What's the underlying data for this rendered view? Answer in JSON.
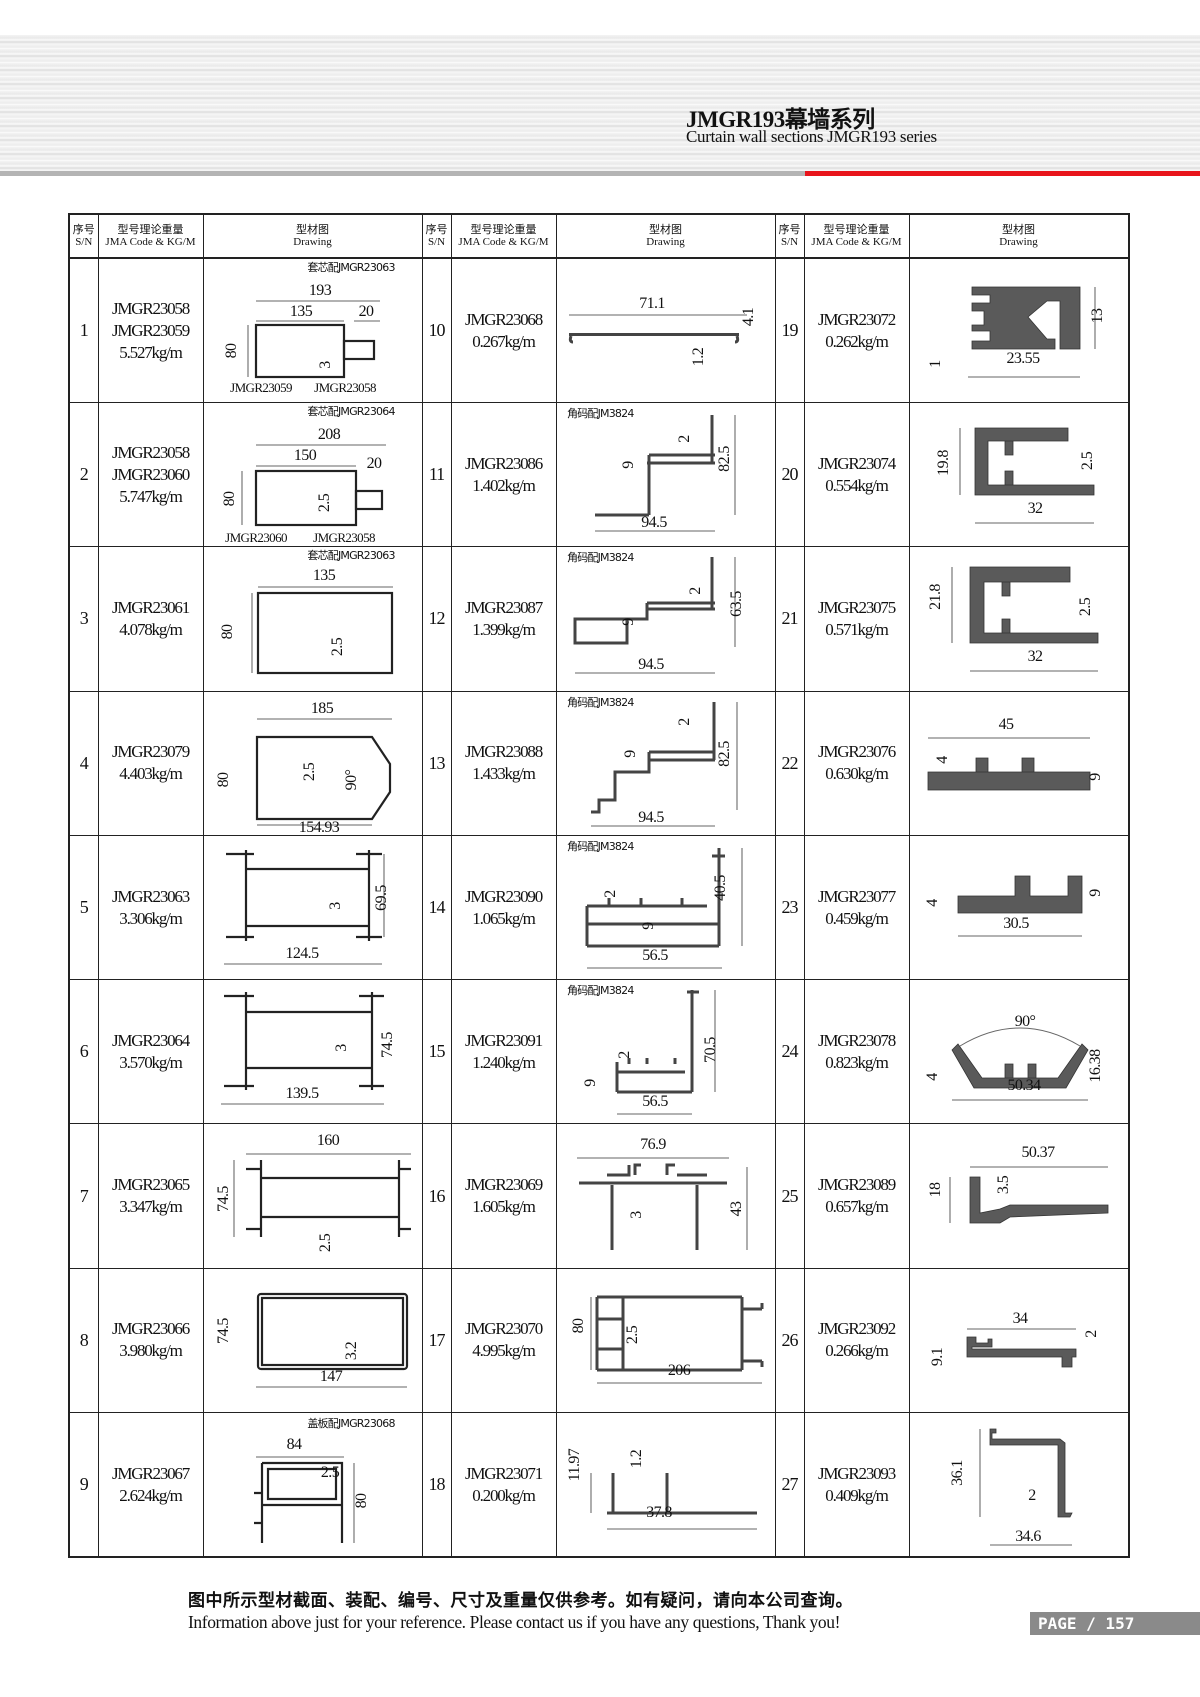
{
  "header": {
    "title": "JMGR193幕墙系列",
    "subtitle": "Curtain wall sections JMGR193 series"
  },
  "colors": {
    "accent": "#e8141b",
    "rule": "#b4b4b4",
    "profile": "#5a5a5a"
  },
  "table_headers": {
    "sn_zh": "序号",
    "sn_en": "S/N",
    "code_zh": "型号理论重量",
    "code_en": "JMA Code & KG/M",
    "drawing_zh": "型材图",
    "drawing_en": "Drawing"
  },
  "items": [
    {
      "sn": "1",
      "codes": [
        "JMGR23058",
        "JMGR23059"
      ],
      "weight": "5.527kg/m",
      "note": "套芯配JMGR23063",
      "dims": [
        "193",
        "135",
        "20",
        "80",
        "3",
        "JMGR23059",
        "JMGR23058"
      ]
    },
    {
      "sn": "2",
      "codes": [
        "JMGR23058",
        "JMGR23060"
      ],
      "weight": "5.747kg/m",
      "note": "套芯配JMGR23064",
      "dims": [
        "208",
        "150",
        "20",
        "80",
        "2.5",
        "JMGR23060",
        "JMGR23058"
      ]
    },
    {
      "sn": "3",
      "codes": [
        "JMGR23061"
      ],
      "weight": "4.078kg/m",
      "note": "套芯配JMGR23063",
      "dims": [
        "135",
        "80",
        "2.5"
      ]
    },
    {
      "sn": "4",
      "codes": [
        "JMGR23079"
      ],
      "weight": "4.403kg/m",
      "dims": [
        "185",
        "80",
        "2.5",
        "90°",
        "154.93"
      ]
    },
    {
      "sn": "5",
      "codes": [
        "JMGR23063"
      ],
      "weight": "3.306kg/m",
      "dims": [
        "3",
        "69.5",
        "124.5"
      ]
    },
    {
      "sn": "6",
      "codes": [
        "JMGR23064"
      ],
      "weight": "3.570kg/m",
      "dims": [
        "3",
        "74.5",
        "139.5"
      ]
    },
    {
      "sn": "7",
      "codes": [
        "JMGR23065"
      ],
      "weight": "3.347kg/m",
      "dims": [
        "160",
        "74.5",
        "2.5"
      ]
    },
    {
      "sn": "8",
      "codes": [
        "JMGR23066"
      ],
      "weight": "3.980kg/m",
      "dims": [
        "74.5",
        "3.2",
        "147"
      ]
    },
    {
      "sn": "9",
      "codes": [
        "JMGR23067"
      ],
      "weight": "2.624kg/m",
      "note": "盖板配JMGR23068",
      "dims": [
        "84",
        "2.5",
        "80"
      ]
    },
    {
      "sn": "10",
      "codes": [
        "JMGR23068"
      ],
      "weight": "0.267kg/m",
      "dims": [
        "71.1",
        "4.1",
        "1.2"
      ]
    },
    {
      "sn": "11",
      "codes": [
        "JMGR23086"
      ],
      "weight": "1.402kg/m",
      "note": "角码配JM3824",
      "dims": [
        "2",
        "9",
        "82.5",
        "94.5"
      ]
    },
    {
      "sn": "12",
      "codes": [
        "JMGR23087"
      ],
      "weight": "1.399kg/m",
      "note": "角码配JM3824",
      "dims": [
        "2",
        "9",
        "63.5",
        "94.5"
      ]
    },
    {
      "sn": "13",
      "codes": [
        "JMGR23088"
      ],
      "weight": "1.433kg/m",
      "note": "角码配JM3824",
      "dims": [
        "2",
        "9",
        "82.5",
        "94.5"
      ]
    },
    {
      "sn": "14",
      "codes": [
        "JMGR23090"
      ],
      "weight": "1.065kg/m",
      "note": "角码配JM3824",
      "dims": [
        "2",
        "40.5",
        "9",
        "56.5"
      ]
    },
    {
      "sn": "15",
      "codes": [
        "JMGR23091"
      ],
      "weight": "1.240kg/m",
      "note": "角码配JM3824",
      "dims": [
        "2",
        "70.5",
        "9",
        "56.5"
      ]
    },
    {
      "sn": "16",
      "codes": [
        "JMGR23069"
      ],
      "weight": "1.605kg/m",
      "dims": [
        "76.9",
        "3",
        "43"
      ]
    },
    {
      "sn": "17",
      "codes": [
        "JMGR23070"
      ],
      "weight": "4.995kg/m",
      "dims": [
        "80",
        "2.5",
        "206"
      ]
    },
    {
      "sn": "18",
      "codes": [
        "JMGR23071"
      ],
      "weight": "0.200kg/m",
      "dims": [
        "11.97",
        "1.2",
        "37.8"
      ]
    },
    {
      "sn": "19",
      "codes": [
        "JMGR23072"
      ],
      "weight": "0.262kg/m",
      "dims": [
        "13",
        "1",
        "23.55"
      ]
    },
    {
      "sn": "20",
      "codes": [
        "JMGR23074"
      ],
      "weight": "0.554kg/m",
      "dims": [
        "19.8",
        "2.5",
        "32"
      ]
    },
    {
      "sn": "21",
      "codes": [
        "JMGR23075"
      ],
      "weight": "0.571kg/m",
      "dims": [
        "21.8",
        "2.5",
        "32"
      ]
    },
    {
      "sn": "22",
      "codes": [
        "JMGR23076"
      ],
      "weight": "0.630kg/m",
      "dims": [
        "45",
        "4",
        "9"
      ]
    },
    {
      "sn": "23",
      "codes": [
        "JMGR23077"
      ],
      "weight": "0.459kg/m",
      "dims": [
        "4",
        "9",
        "30.5"
      ]
    },
    {
      "sn": "24",
      "codes": [
        "JMGR23078"
      ],
      "weight": "0.823kg/m",
      "dims": [
        "90°",
        "4",
        "16.38",
        "50.34"
      ]
    },
    {
      "sn": "25",
      "codes": [
        "JMGR23089"
      ],
      "weight": "0.657kg/m",
      "dims": [
        "50.37",
        "18",
        "3.5"
      ]
    },
    {
      "sn": "26",
      "codes": [
        "JMGR23092"
      ],
      "weight": "0.266kg/m",
      "dims": [
        "34",
        "2",
        "9.1"
      ]
    },
    {
      "sn": "27",
      "codes": [
        "JMGR23093"
      ],
      "weight": "0.409kg/m",
      "dims": [
        "36.1",
        "2",
        "34.6"
      ]
    }
  ],
  "footer": {
    "zh": "图中所示型材截面、装配、编号、尺寸及重量仅供参考。如有疑问，请向本公司查询。",
    "en": "Information above just for your reference. Please contact us if you have any questions, Thank you!",
    "page": "PAGE / 157"
  }
}
